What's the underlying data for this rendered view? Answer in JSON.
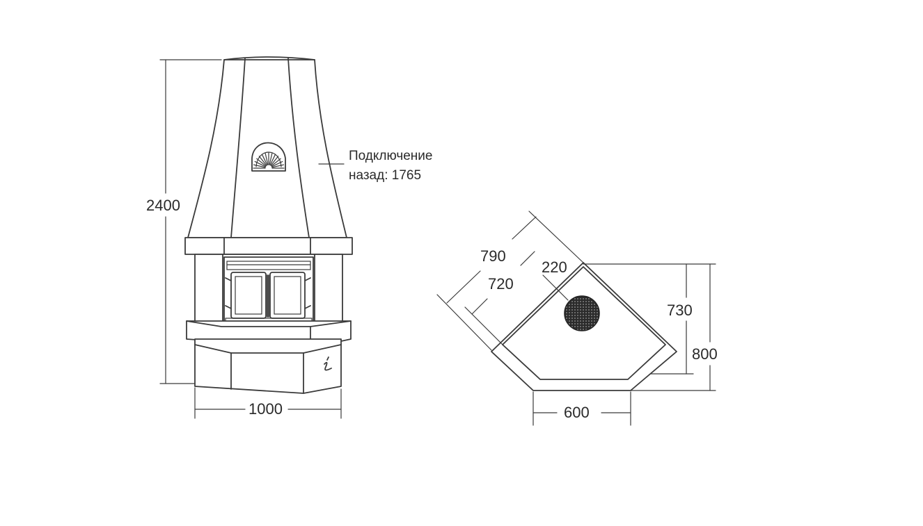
{
  "front_view": {
    "height_label": "2400",
    "width_label": "1000",
    "connection_note": {
      "line1": "Подключение",
      "line2": "назад: 1765"
    }
  },
  "plan_view": {
    "outer_diagonal_label": "790",
    "inner_diagonal_label": "720",
    "flue_diameter_label": "220",
    "inner_side_label": "730",
    "outer_side_label": "800",
    "front_width_label": "600"
  }
}
